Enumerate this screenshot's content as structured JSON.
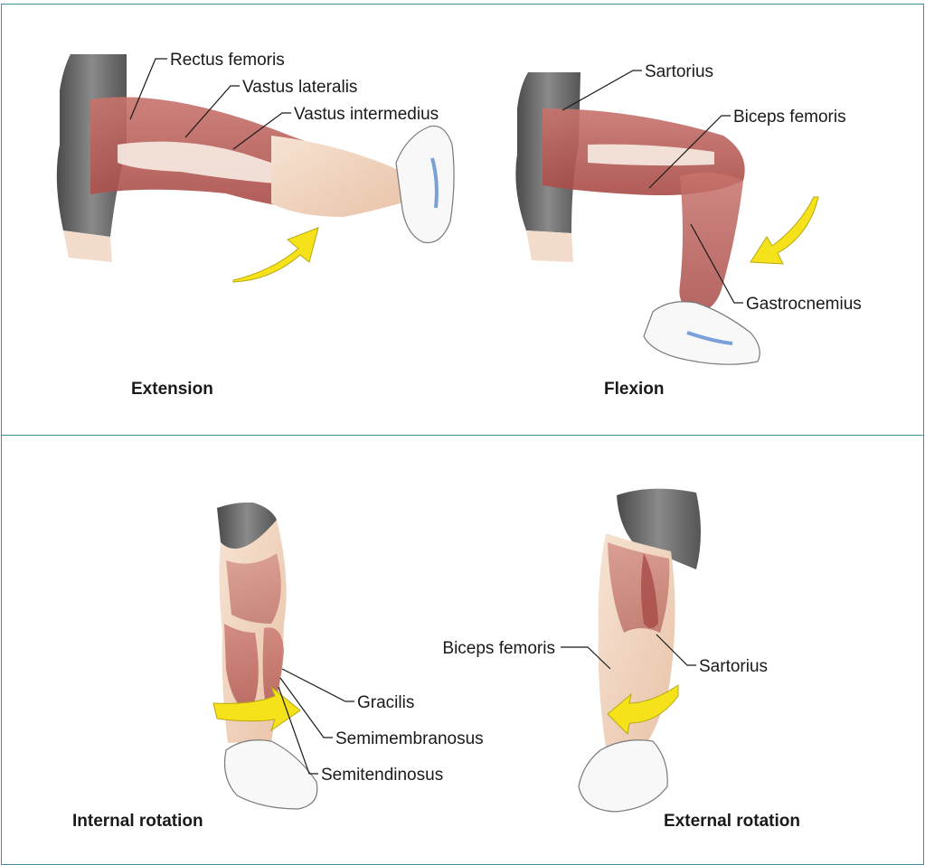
{
  "colors": {
    "border": "#3f8fa0",
    "muscle": "#b8524e",
    "skin": "#f2d9c4",
    "shorts": "#6e6e6e",
    "arrow": "#f5e21a"
  },
  "panels": {
    "extension": {
      "caption": "Extension",
      "labels": [
        "Rectus femoris",
        "Vastus lateralis",
        "Vastus intermedius"
      ]
    },
    "flexion": {
      "caption": "Flexion",
      "labels": [
        "Sartorius",
        "Biceps femoris",
        "Gastrocnemius"
      ]
    },
    "internal_rotation": {
      "caption": "Internal rotation",
      "labels": [
        "Gracilis",
        "Semimembranosus",
        "Semitendinosus"
      ]
    },
    "external_rotation": {
      "caption": "External rotation",
      "labels": [
        "Biceps femoris",
        "Sartorius"
      ]
    }
  }
}
